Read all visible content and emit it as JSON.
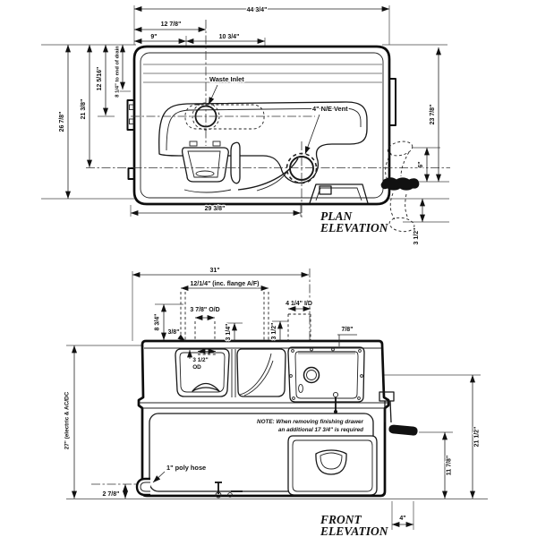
{
  "plan": {
    "title": [
      "PLAN",
      "ELEVATION"
    ],
    "labels": {
      "waste_inlet": "Waste Inlet",
      "ne_vent": "4\" N/E Vent"
    },
    "dims": {
      "total_width": "44 3/4\"",
      "inlet_offset": "12 7/8\"",
      "left_9": "9\"",
      "mid_10_34": "10 3/4\"",
      "depth_26_78": "26 7/8\"",
      "depth_21_38": "21 3/8\"",
      "depth_12_516": "12 5/16\"",
      "drain": "8 1/4\" to end of drain",
      "right_23_78": "23 7/8\"",
      "handle_6": "6\"",
      "handle_3_12": "3 1/2\"",
      "bottom_29_38": "29 3/8\""
    }
  },
  "front": {
    "title": [
      "FRONT",
      "ELEVATION"
    ],
    "labels": {
      "poly_hose": "1\" poly hose",
      "note1": "NOTE: When removing finishing drawer",
      "note2": "an additional 17 3/4\" is required"
    },
    "dims": {
      "width_31": "31\"",
      "flange": "12/1/4\" (inc. flange A/F)",
      "od_3_78": "3 7/8\" O/D",
      "id_4_14": "4 1/4\" I/D",
      "h_8_34": "8 3/4\"",
      "t_3_8": "3/8\"",
      "h_3_14": "3 1/4\"",
      "h_3_12": "3 1/2\"",
      "t_7_8": "7/8\"",
      "od_3_12_l1": "3 1/2\"",
      "od_3_12_l2": "OD",
      "h_27": "27\" (electric & AC/DC",
      "h_2_78": "2 7/8\"",
      "h_21_12": "21 1/2\"",
      "h_11_78": "11 7/8\"",
      "w_4": "4\""
    }
  }
}
